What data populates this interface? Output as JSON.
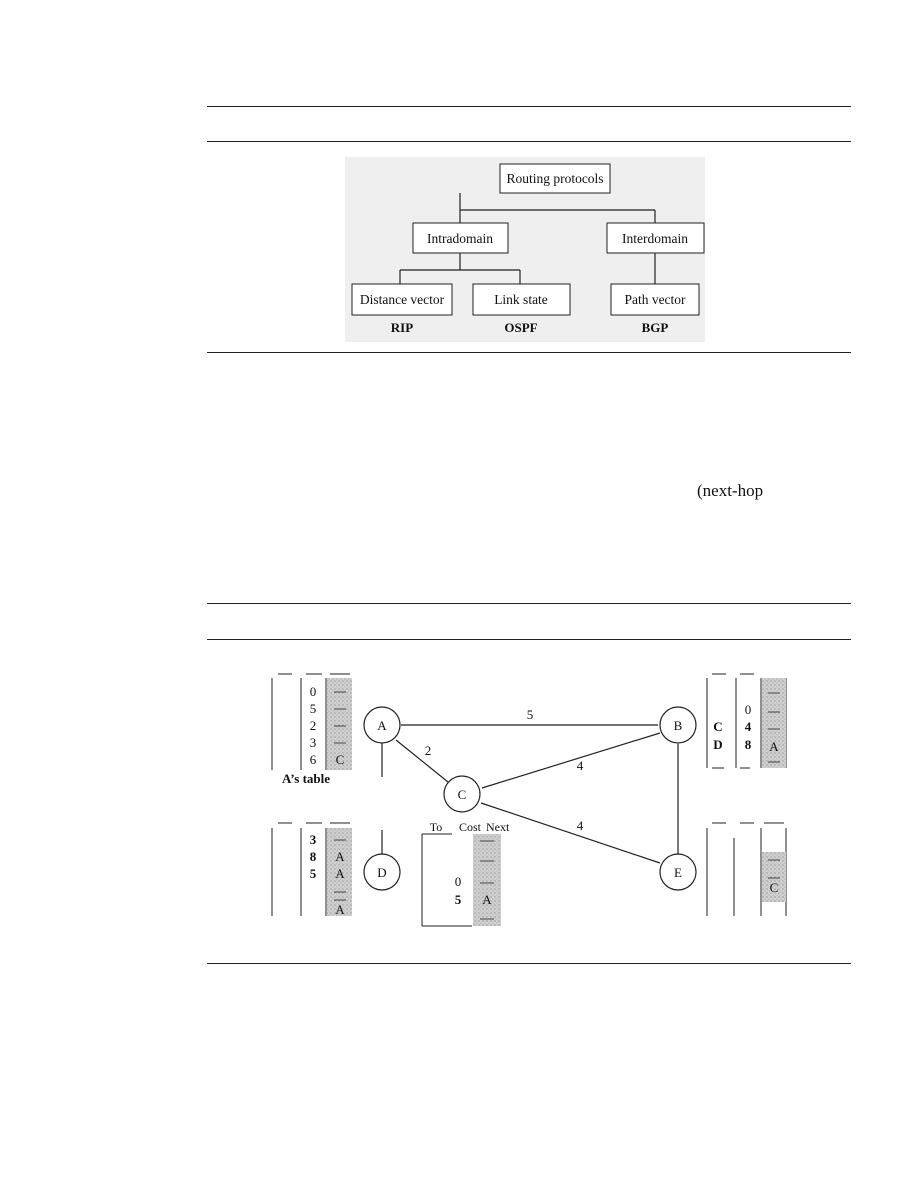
{
  "figure1": {
    "root": "Routing protocols",
    "intra": "Intradomain",
    "inter": "Interdomain",
    "dv": "Distance vector",
    "ls": "Link state",
    "pv": "Path vector",
    "rip": "RIP",
    "ospf": "OSPF",
    "bgp": "BGP"
  },
  "body_text": {
    "fragment": "(next-hop"
  },
  "figure2": {
    "nodes": {
      "a": "A",
      "b": "B",
      "c": "C",
      "d": "D",
      "e": "E"
    },
    "edges": {
      "ab": "5",
      "ac": "2",
      "cb": "4",
      "ce": "4"
    },
    "a_table": {
      "caption": "A’s table",
      "costs": [
        "0",
        "5",
        "2",
        "3",
        "6"
      ],
      "next_last": "C"
    },
    "b_table": {
      "cost0": "0",
      "row_c": [
        "C",
        "4"
      ],
      "row_d": [
        "D",
        "8"
      ],
      "next": "A"
    },
    "d_table": {
      "costs": [
        "3",
        "8",
        "5"
      ],
      "next": [
        "A",
        "A",
        "A"
      ]
    },
    "c_table": {
      "header": [
        "To",
        "Cost",
        "Next"
      ],
      "costs": [
        "0",
        "5"
      ],
      "next": "A"
    },
    "e_table": {
      "next": "C"
    }
  }
}
